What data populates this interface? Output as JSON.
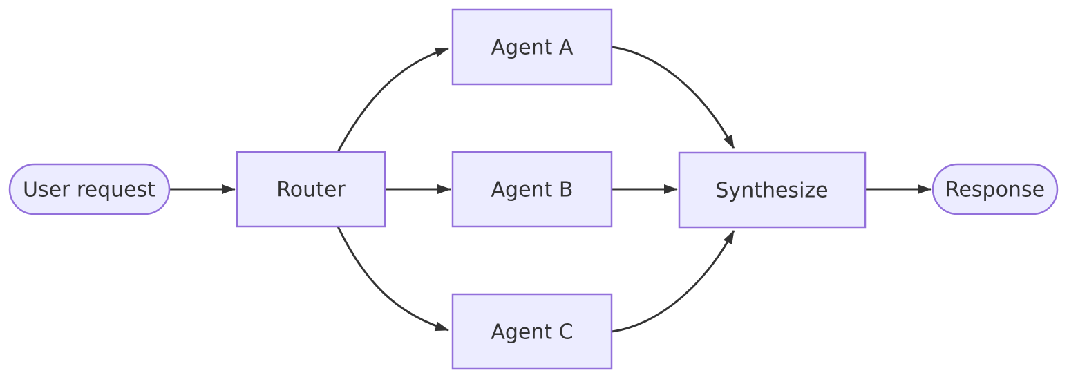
{
  "diagram": {
    "type": "flowchart",
    "direction": "left-to-right",
    "colors": {
      "node_fill": "#ECECFF",
      "node_border": "#9370DB",
      "edge": "#333333",
      "text": "#333333",
      "background": "#ffffff"
    },
    "nodes": [
      {
        "id": "user_request",
        "label": "User request",
        "shape": "stadium"
      },
      {
        "id": "router",
        "label": "Router",
        "shape": "rect"
      },
      {
        "id": "agent_a",
        "label": "Agent A",
        "shape": "rect"
      },
      {
        "id": "agent_b",
        "label": "Agent B",
        "shape": "rect"
      },
      {
        "id": "agent_c",
        "label": "Agent C",
        "shape": "rect"
      },
      {
        "id": "synthesize",
        "label": "Synthesize",
        "shape": "rect"
      },
      {
        "id": "response",
        "label": "Response",
        "shape": "stadium"
      }
    ],
    "edges": [
      {
        "from": "user_request",
        "to": "router"
      },
      {
        "from": "router",
        "to": "agent_a"
      },
      {
        "from": "router",
        "to": "agent_b"
      },
      {
        "from": "router",
        "to": "agent_c"
      },
      {
        "from": "agent_a",
        "to": "synthesize"
      },
      {
        "from": "agent_b",
        "to": "synthesize"
      },
      {
        "from": "agent_c",
        "to": "synthesize"
      },
      {
        "from": "synthesize",
        "to": "response"
      }
    ]
  }
}
